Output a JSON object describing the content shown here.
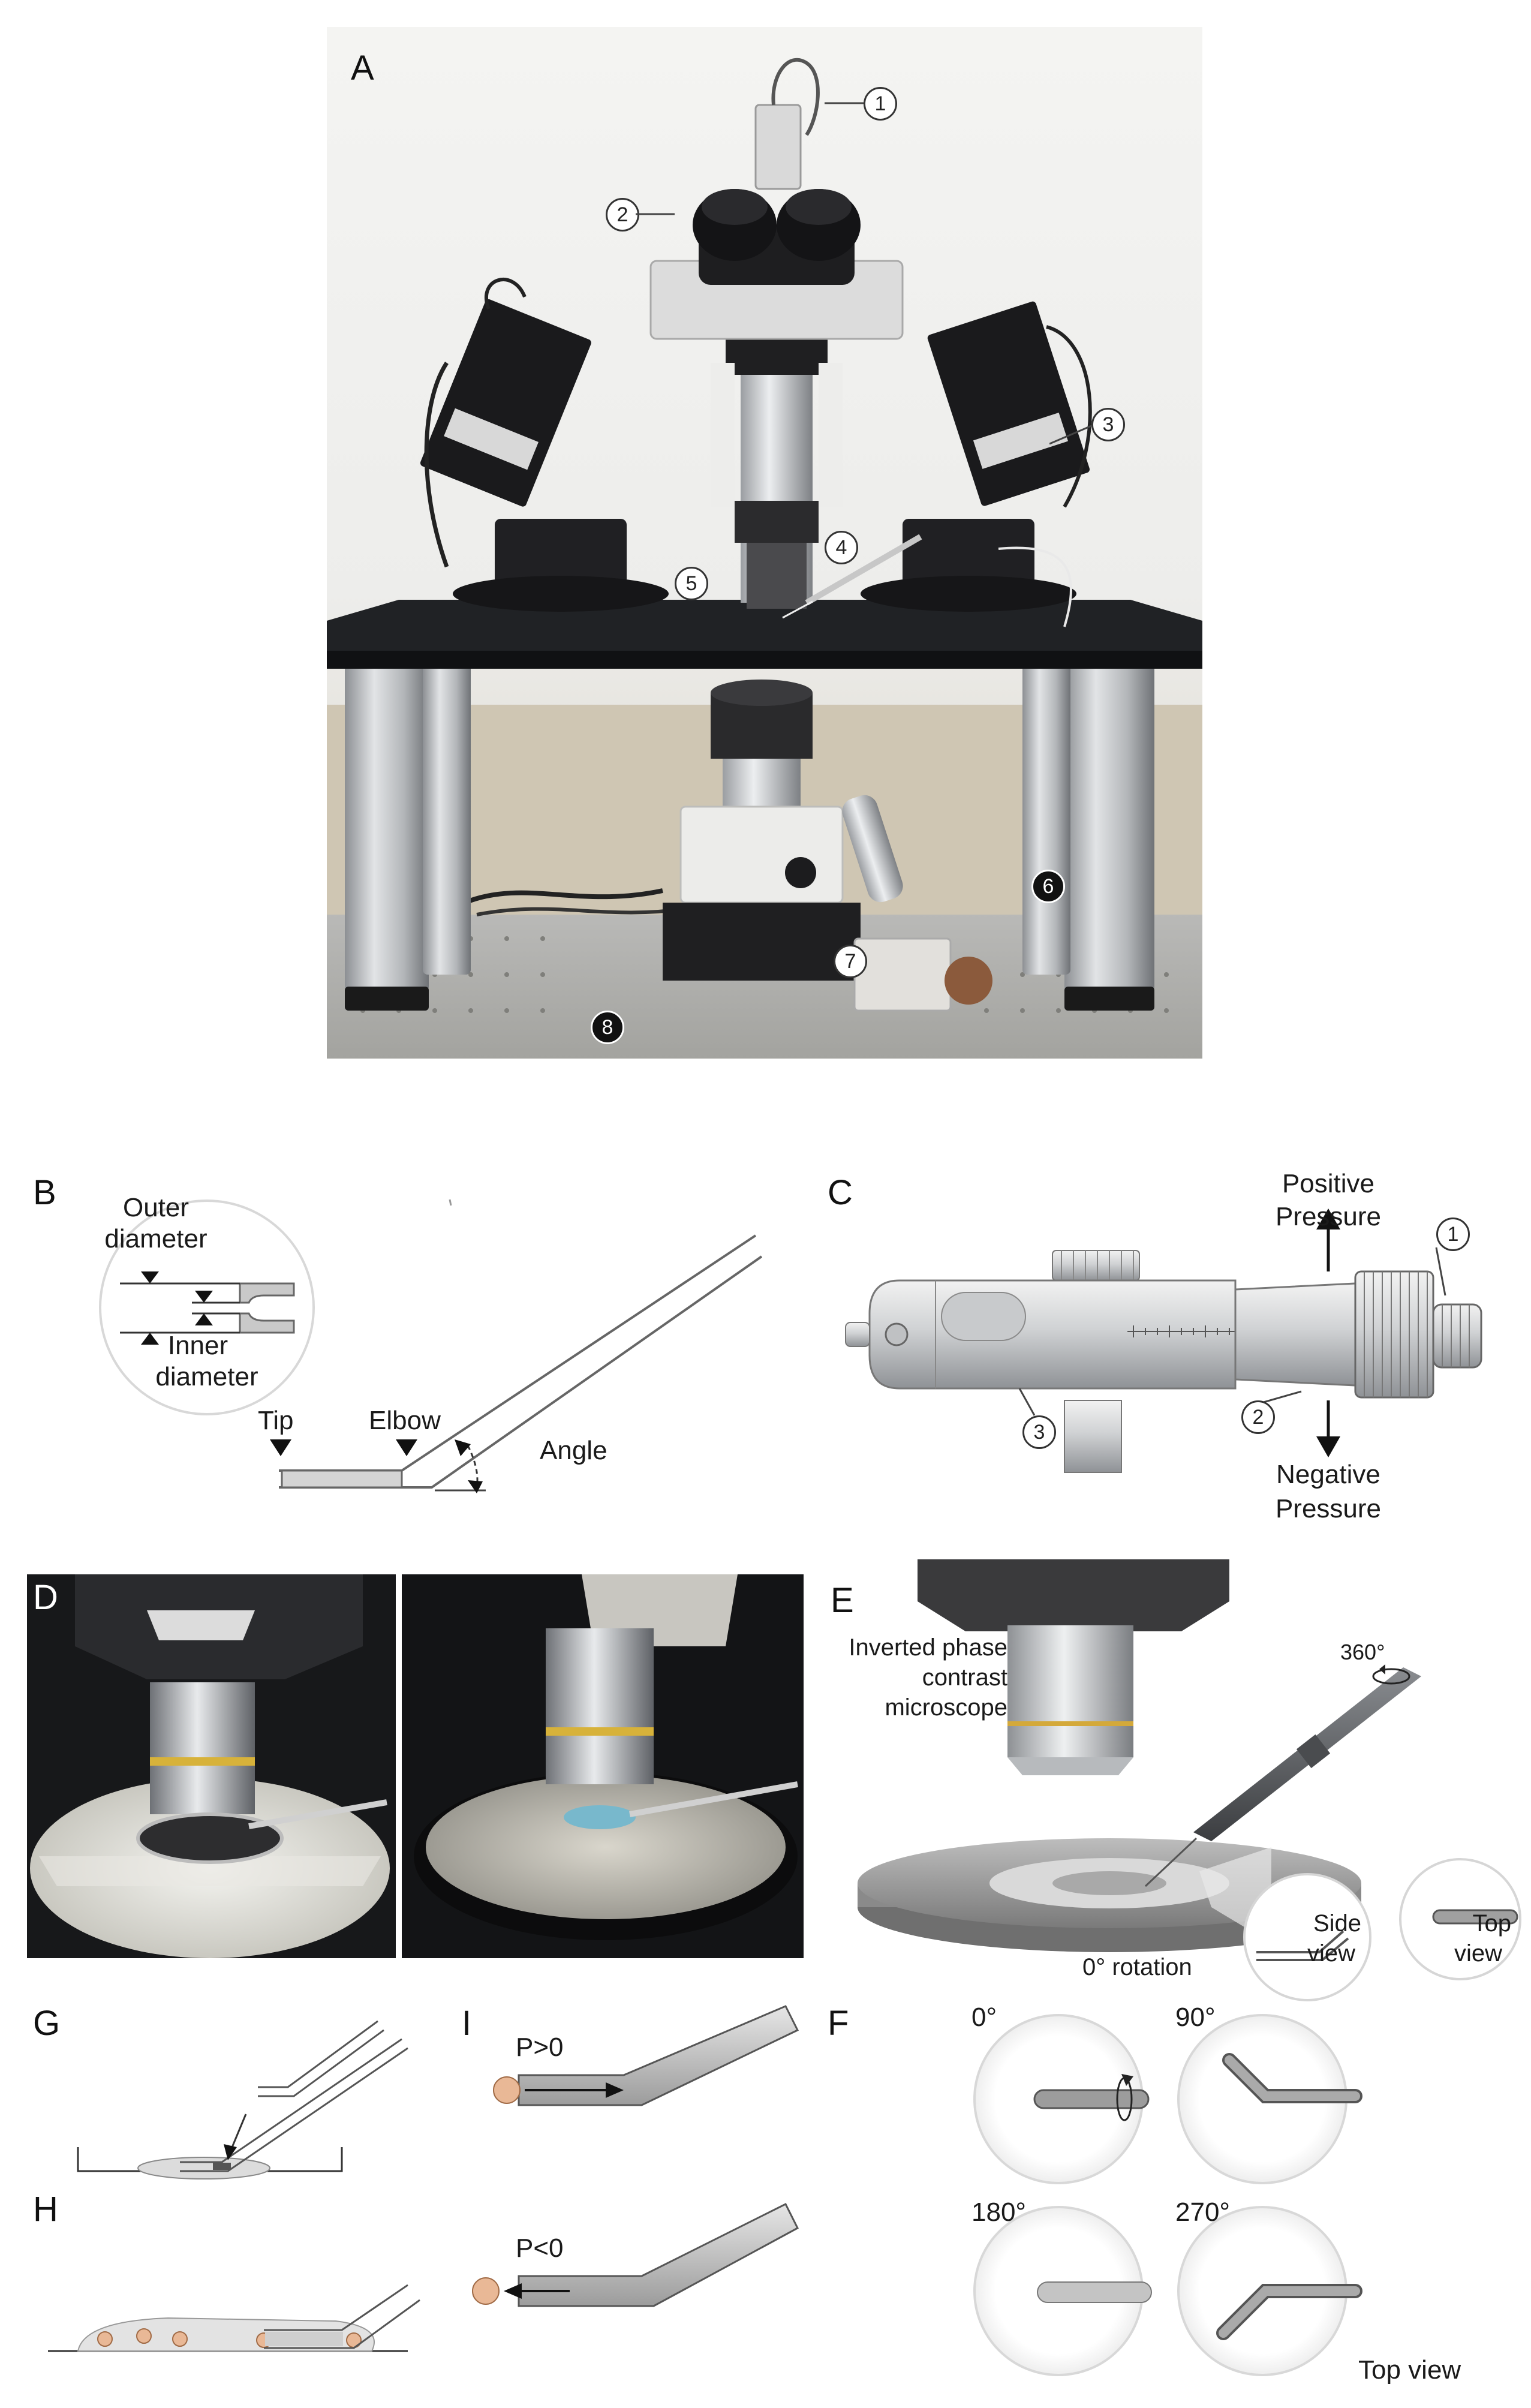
{
  "panels": {
    "A": {
      "letter": "A",
      "callouts": [
        "1",
        "2",
        "3",
        "4",
        "5",
        "6",
        "7",
        "8"
      ]
    },
    "B": {
      "letter": "B",
      "outer_diameter_line1": "Outer",
      "outer_diameter_line2": "diameter",
      "inner_diameter_line1": "Inner",
      "inner_diameter_line2": "diameter",
      "tip": "Tip",
      "elbow": "Elbow",
      "angle": "Angle"
    },
    "C": {
      "letter": "C",
      "positive_line1": "Positive",
      "positive_line2": "Pressure",
      "negative_line1": "Negative",
      "negative_line2": "Pressure",
      "callouts": [
        "1",
        "2",
        "3"
      ]
    },
    "D": {
      "letter": "D"
    },
    "E": {
      "letter": "E",
      "microscope_line1": "Inverted phase",
      "microscope_line2": "contrast",
      "microscope_line3": "microscope",
      "rotation_360": "360°",
      "rotation_0": "0° rotation",
      "side_view_line1": "Side",
      "side_view_line2": "view",
      "top_view_line1": "Top",
      "top_view_line2": "view"
    },
    "F": {
      "letter": "F",
      "angles": [
        "0°",
        "90°",
        "180°",
        "270°"
      ],
      "caption": "Top view"
    },
    "G": {
      "letter": "G"
    },
    "H": {
      "letter": "H"
    },
    "I": {
      "letter": "I",
      "positive": "P>0",
      "negative": "P<0"
    }
  },
  "colors": {
    "steel": "#b8bcc0",
    "dark_metal": "#1c1c1f",
    "pipette_fill": "#d6d6d6",
    "cell": "#e9b896",
    "table": "#c8c8c6"
  }
}
